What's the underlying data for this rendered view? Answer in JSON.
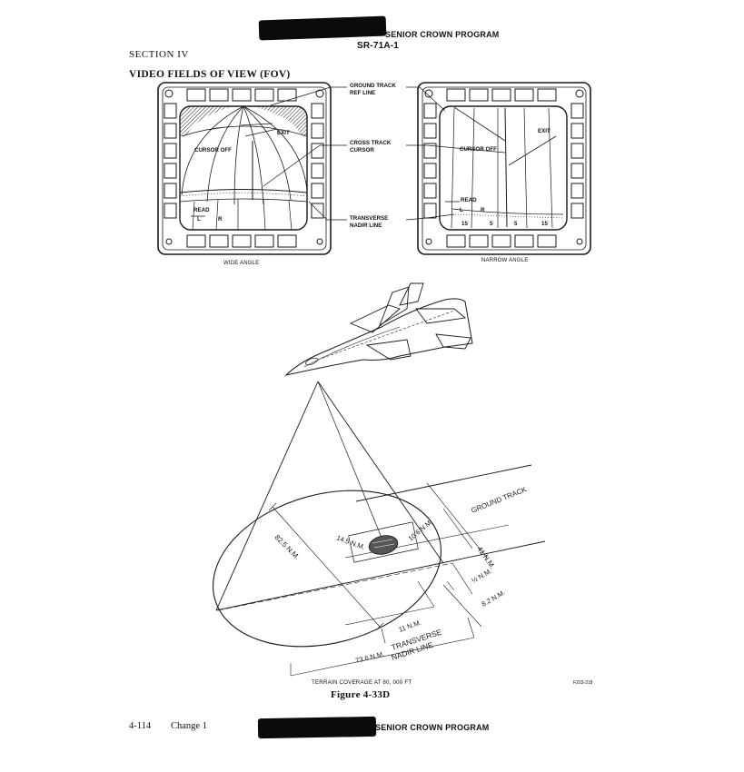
{
  "header": {
    "program": "SENIOR CROWN PROGRAM",
    "aircraft": "SR-71A-1"
  },
  "section": "SECTION IV",
  "figure_heading": "VIDEO FIELDS OF VIEW (FOV)",
  "displays": {
    "wide": {
      "caption": "WIDE ANGLE",
      "labels": {
        "cursor_off": "CURSOR OFF",
        "exit": "EXIT",
        "read": "READ",
        "l": "L",
        "r": "R"
      }
    },
    "narrow": {
      "caption": "NARROW ANGLE",
      "labels": {
        "cursor_off": "CURSOR OFF",
        "exit": "EXIT",
        "read": "READ",
        "l": "L",
        "r": "R"
      },
      "scale": [
        "15",
        "5",
        "5",
        "15"
      ]
    }
  },
  "callouts": {
    "ground_track_ref": [
      "GROUND TRACK",
      "REF LINE"
    ],
    "cross_track": [
      "CROSS TRACK",
      "CURSOR"
    ],
    "transverse_nadir": [
      "TRANSVERSE",
      "NADIR LINE"
    ]
  },
  "coverage": {
    "ground_track": "GROUND TRACK",
    "d_82_5": "82.5 N.M.",
    "d_14_5": "14.5 N.M.",
    "d_10_6": "10.6 N.M.",
    "d_41": "41 N.M.",
    "d_half": "½ N.M.",
    "d_8_2": "8.2 N.M.",
    "d_11": "11 N.M.",
    "d_73_6": "73.6 N.M.",
    "transverse": [
      "TRANSVERSE",
      "NADIR LINE"
    ],
    "terrain": "TERRAIN COVERAGE AT 80, 000 FT"
  },
  "figure_number": "Figure 4-33D",
  "figure_code": "F203-318",
  "footer": {
    "page": "4-114",
    "change": "Change 1",
    "program": "SENIOR CROWN PROGRAM"
  }
}
